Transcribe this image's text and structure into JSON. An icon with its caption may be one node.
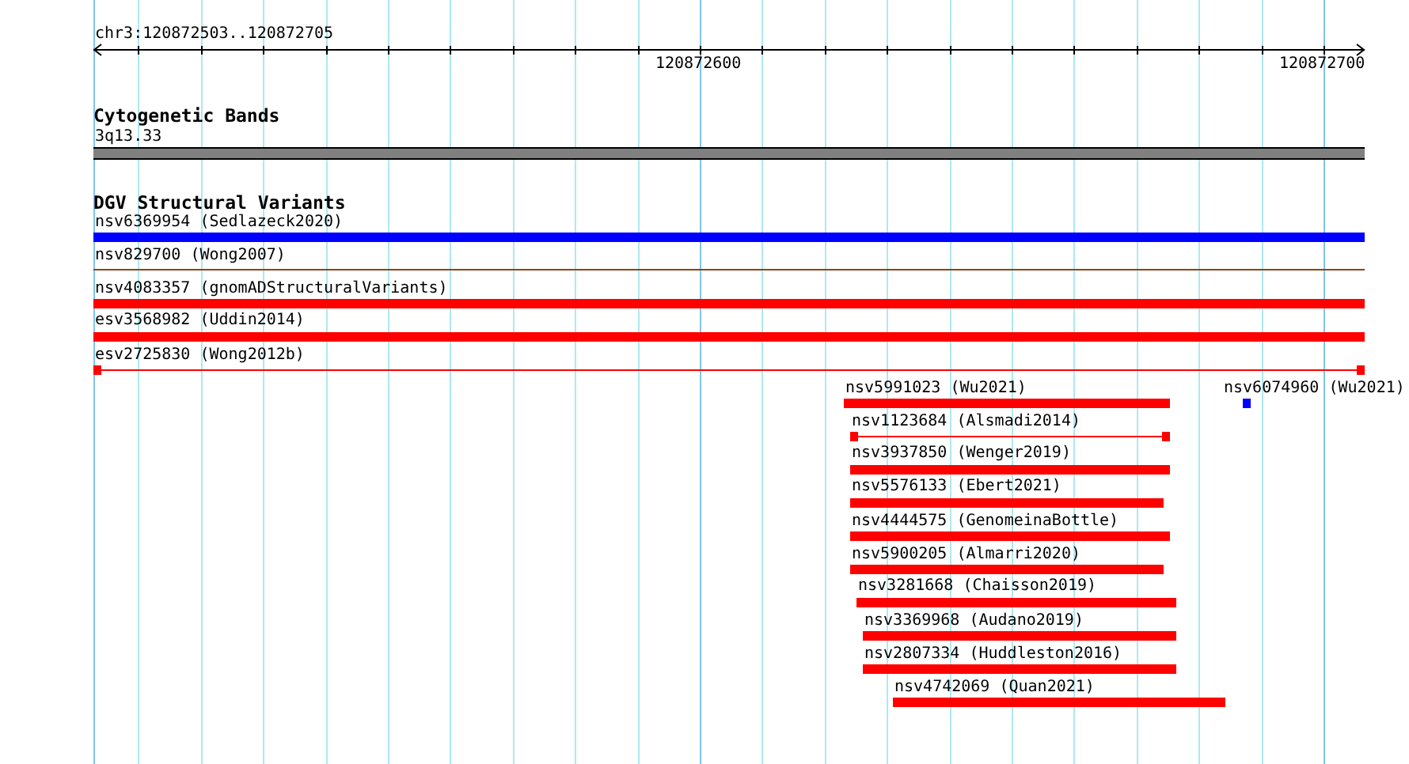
{
  "diagram": {
    "nodes": [
      {
        "text": [
          "3q13.33"
        ]
      },
      {
        "text": [
          "nsv6369954 (Sedlazeck2020)"
        ]
      },
      {
        "text": [
          "nsv829700 (Wong2007)"
        ]
      },
      {
        "text": [
          "nsv4083357 (gnomADStructuralVariants)"
        ]
      },
      {
        "text": [
          "esv3568982 (Uddin2014)"
        ]
      },
      {
        "text": [
          "esv2725830 (Wong2012b)"
        ]
      },
      {
        "text": [
          "nsv5991023 (Wu2021)"
        ]
      },
      {
        "text": [
          "nsv6074960 (Wu2021)"
        ]
      },
      {
        "text": [
          "nsv1123684 (Alsmadi2014)"
        ]
      },
      {
        "text": [
          "nsv3937850 (Wenger2019)"
        ]
      },
      {
        "text": [
          "nsv5576133 (Ebert2021)"
        ]
      },
      {
        "text": [
          "nsv4444575 (GenomeinaBottle)"
        ]
      },
      {
        "text": [
          "nsv5900205 (Almarri2020)"
        ]
      },
      {
        "text": [
          "nsv3281668 (Chaisson2019)"
        ]
      },
      {
        "text": [
          "nsv3369968 (Audano2019)"
        ]
      },
      {
        "text": [
          "nsv2807334 (Huddleston2016)"
        ]
      },
      {
        "text": [
          "nsv4742069 (Quan2021)"
        ]
      }
    ],
    "labels": [
      "chr3:120872503..120872705",
      "120872600",
      "120872700",
      "Cytogenetic Bands",
      "DGV Structural Variants"
    ]
  }
}
